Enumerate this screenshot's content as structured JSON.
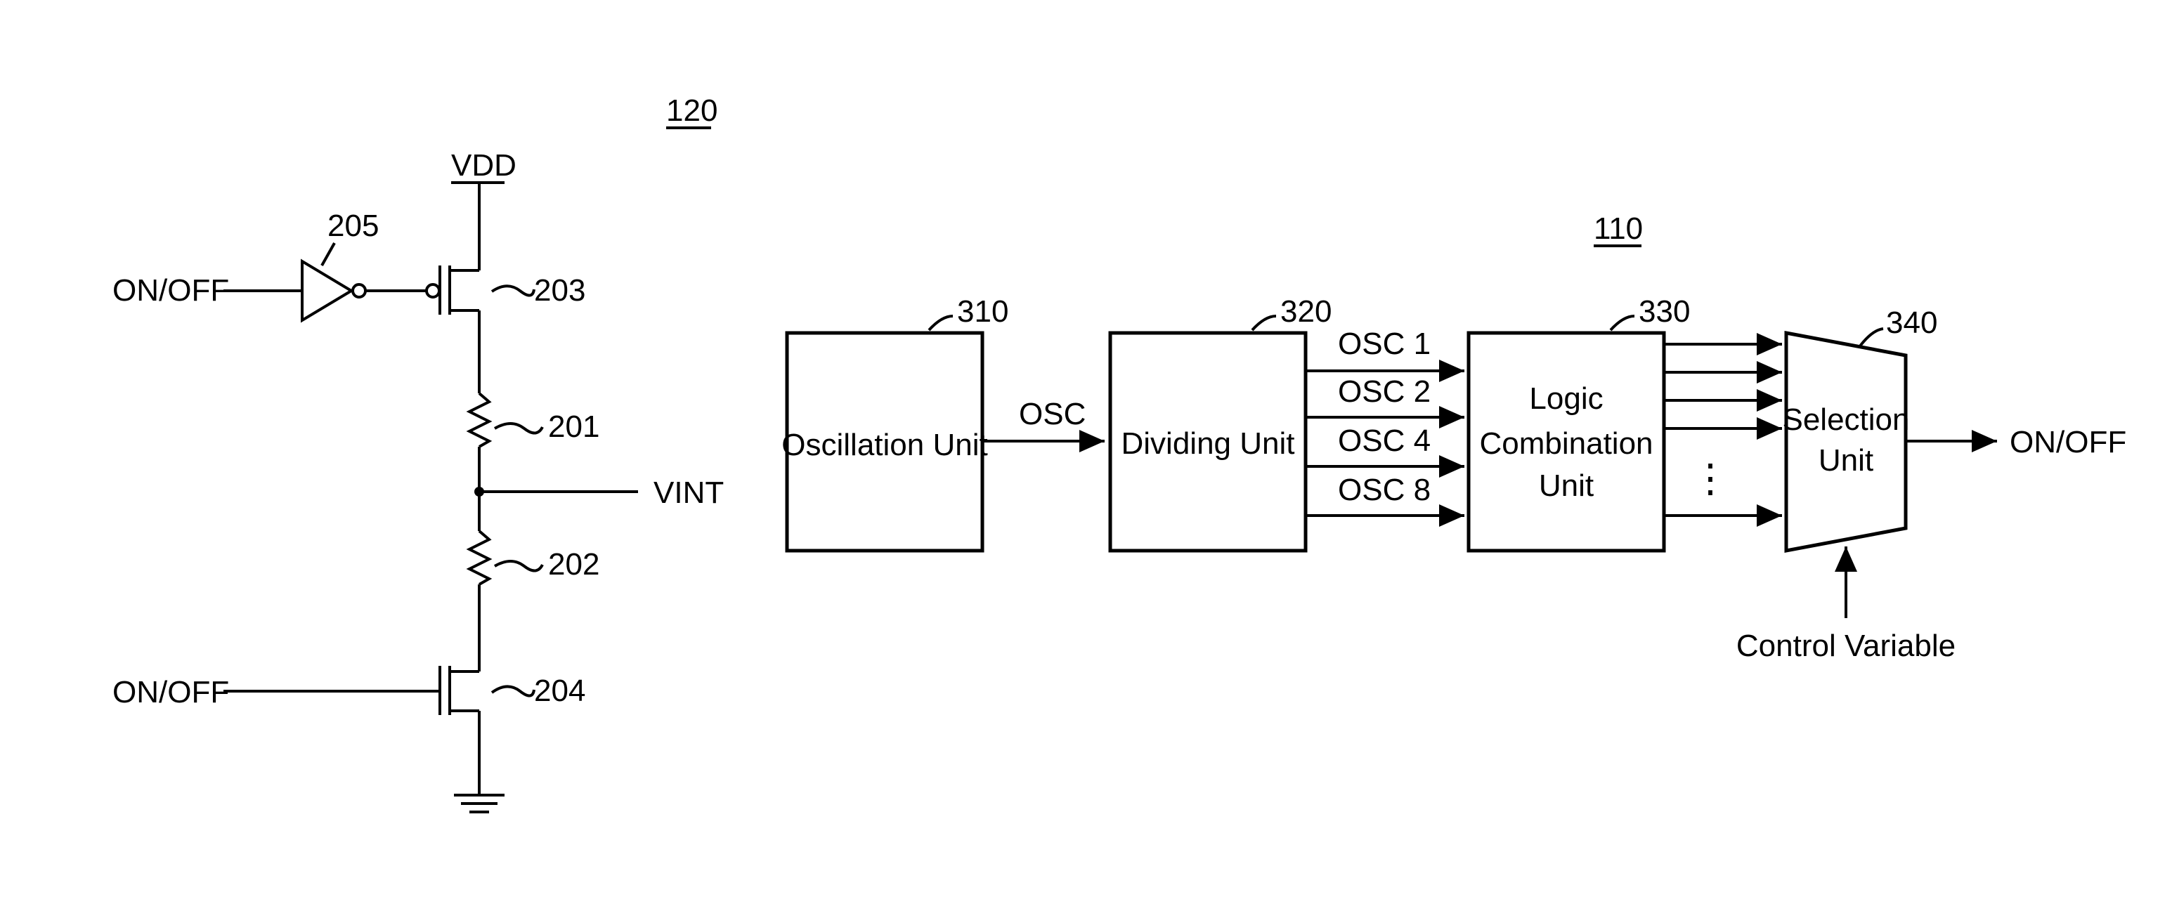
{
  "circuit": {
    "ref": "120",
    "vdd": "VDD",
    "vint": "VINT",
    "input_top": "ON/OFF",
    "input_bottom": "ON/OFF",
    "inverter_ref": "205",
    "pmos_ref": "203",
    "resistor_top_ref": "201",
    "resistor_bottom_ref": "202",
    "nmos_ref": "204"
  },
  "block": {
    "ref": "110",
    "osc_unit": {
      "ref": "310",
      "label": "Oscillation Unit"
    },
    "osc_signal": "OSC",
    "dividing_unit": {
      "ref": "320",
      "label": "Dividing Unit"
    },
    "divided_outputs": [
      "OSC 1",
      "OSC 2",
      "OSC 4",
      "OSC 8"
    ],
    "logic_unit": {
      "ref": "330",
      "label_lines": [
        "Logic",
        "Combination",
        "Unit"
      ]
    },
    "ellipsis": "⋮",
    "selection_unit": {
      "ref": "340",
      "label_lines": [
        "Selection",
        "Unit"
      ]
    },
    "output": "ON/OFF",
    "control": "Control Variable"
  }
}
